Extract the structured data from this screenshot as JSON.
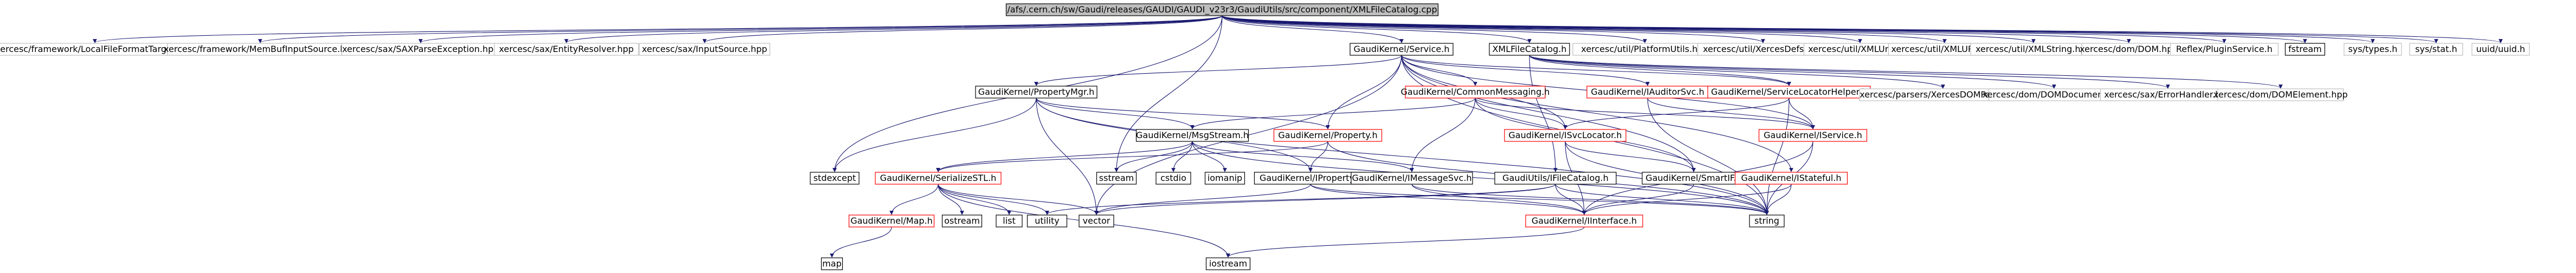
{
  "diagram": {
    "type": "include-dependency-graph",
    "colors": {
      "background": "#ffffff",
      "edge": "#191970",
      "node_fill": "#ffffff",
      "node_border_black": "#000000",
      "node_border_grey": "#bfbfbf",
      "node_border_red": "#ff0000",
      "root_fill": "#bfbfbf",
      "text": "#000000"
    },
    "nodes": [
      {
        "id": "root",
        "label": "/afs/.cern.ch/sw/Gaudi/releases/GAUDI/GAUDI_v23r3/GaudiUtils/src/component/XMLFileCatalog.cpp",
        "style": "root"
      },
      {
        "id": "n1",
        "label": "xercesc/framework/LocalFileFormatTarget.hpp",
        "style": "grey"
      },
      {
        "id": "n2",
        "label": "xercesc/framework/MemBufInputSource.hpp",
        "style": "grey"
      },
      {
        "id": "n3",
        "label": "xercesc/sax/SAXParseException.hpp",
        "style": "grey"
      },
      {
        "id": "n4",
        "label": "xercesc/sax/EntityResolver.hpp",
        "style": "grey"
      },
      {
        "id": "n5",
        "label": "xercesc/sax/InputSource.hpp",
        "style": "grey"
      },
      {
        "id": "n6",
        "label": "GaudiKernel/Service.h",
        "style": "black"
      },
      {
        "id": "n7",
        "label": "XMLFileCatalog.h",
        "style": "black"
      },
      {
        "id": "n8",
        "label": "xercesc/util/PlatformUtils.hpp",
        "style": "grey"
      },
      {
        "id": "n9",
        "label": "xercesc/util/XercesDefs.hpp",
        "style": "grey"
      },
      {
        "id": "n10",
        "label": "xercesc/util/XMLUni.hpp",
        "style": "grey"
      },
      {
        "id": "n11",
        "label": "xercesc/util/XMLURL.hpp",
        "style": "grey"
      },
      {
        "id": "n12",
        "label": "xercesc/util/XMLString.hpp",
        "style": "grey"
      },
      {
        "id": "n13",
        "label": "xercesc/dom/DOM.hpp",
        "style": "grey"
      },
      {
        "id": "n14",
        "label": "Reflex/PluginService.h",
        "style": "grey"
      },
      {
        "id": "n15",
        "label": "fstream",
        "style": "black"
      },
      {
        "id": "n16",
        "label": "sys/types.h",
        "style": "grey"
      },
      {
        "id": "n17",
        "label": "sys/stat.h",
        "style": "grey"
      },
      {
        "id": "n18",
        "label": "uuid/uuid.h",
        "style": "grey"
      },
      {
        "id": "n19",
        "label": "GaudiKernel/PropertyMgr.h",
        "style": "black"
      },
      {
        "id": "n20",
        "label": "GaudiKernel/CommonMessaging.h",
        "style": "red"
      },
      {
        "id": "n21",
        "label": "GaudiKernel/IAuditorSvc.h",
        "style": "red"
      },
      {
        "id": "n22",
        "label": "GaudiKernel/ServiceLocatorHelper.h",
        "style": "red"
      },
      {
        "id": "n23",
        "label": "xercesc/parsers/XercesDOMParser.hpp",
        "style": "grey"
      },
      {
        "id": "n24",
        "label": "xercesc/dom/DOMDocument.hpp",
        "style": "grey"
      },
      {
        "id": "n25",
        "label": "xercesc/sax/ErrorHandler.hpp",
        "style": "grey"
      },
      {
        "id": "n26",
        "label": "xercesc/dom/DOMElement.hpp",
        "style": "grey"
      },
      {
        "id": "n27",
        "label": "GaudiKernel/MsgStream.h",
        "style": "black"
      },
      {
        "id": "n28",
        "label": "GaudiKernel/Property.h",
        "style": "red"
      },
      {
        "id": "n29",
        "label": "GaudiKernel/ISvcLocator.h",
        "style": "red"
      },
      {
        "id": "n30",
        "label": "GaudiKernel/IService.h",
        "style": "red"
      },
      {
        "id": "n31",
        "label": "stdexcept",
        "style": "black"
      },
      {
        "id": "n32",
        "label": "GaudiKernel/SerializeSTL.h",
        "style": "red"
      },
      {
        "id": "n33",
        "label": "sstream",
        "style": "black"
      },
      {
        "id": "n34",
        "label": "cstdio",
        "style": "black"
      },
      {
        "id": "n35",
        "label": "iomanip",
        "style": "black"
      },
      {
        "id": "n36",
        "label": "GaudiKernel/IProperty.h",
        "style": "black"
      },
      {
        "id": "n37",
        "label": "GaudiKernel/IMessageSvc.h",
        "style": "black"
      },
      {
        "id": "n38",
        "label": "GaudiUtils/IFileCatalog.h",
        "style": "black"
      },
      {
        "id": "n39",
        "label": "GaudiKernel/SmartIF.h",
        "style": "black"
      },
      {
        "id": "n40",
        "label": "GaudiKernel/IStateful.h",
        "style": "red"
      },
      {
        "id": "n41",
        "label": "GaudiKernel/Map.h",
        "style": "red"
      },
      {
        "id": "n42",
        "label": "ostream",
        "style": "black"
      },
      {
        "id": "n43",
        "label": "list",
        "style": "black"
      },
      {
        "id": "n44",
        "label": "utility",
        "style": "black"
      },
      {
        "id": "n45",
        "label": "vector",
        "style": "black"
      },
      {
        "id": "n46",
        "label": "GaudiKernel/IInterface.h",
        "style": "red"
      },
      {
        "id": "n47",
        "label": "string",
        "style": "black"
      },
      {
        "id": "n48",
        "label": "map",
        "style": "black"
      },
      {
        "id": "n49",
        "label": "iostream",
        "style": "black"
      }
    ],
    "edges": [
      [
        "root",
        "n1"
      ],
      [
        "root",
        "n2"
      ],
      [
        "root",
        "n3"
      ],
      [
        "root",
        "n4"
      ],
      [
        "root",
        "n5"
      ],
      [
        "root",
        "n6"
      ],
      [
        "root",
        "n7"
      ],
      [
        "root",
        "n8"
      ],
      [
        "root",
        "n9"
      ],
      [
        "root",
        "n10"
      ],
      [
        "root",
        "n11"
      ],
      [
        "root",
        "n12"
      ],
      [
        "root",
        "n13"
      ],
      [
        "root",
        "n14"
      ],
      [
        "root",
        "n15"
      ],
      [
        "root",
        "n16"
      ],
      [
        "root",
        "n17"
      ],
      [
        "root",
        "n18"
      ],
      [
        "root",
        "n31"
      ],
      [
        "root",
        "n33"
      ],
      [
        "n6",
        "n19"
      ],
      [
        "n6",
        "n20"
      ],
      [
        "n6",
        "n21"
      ],
      [
        "n6",
        "n22"
      ],
      [
        "n6",
        "n28"
      ],
      [
        "n6",
        "n29"
      ],
      [
        "n6",
        "n30"
      ],
      [
        "n6",
        "n39"
      ],
      [
        "n6",
        "n40"
      ],
      [
        "n6",
        "n45"
      ],
      [
        "n6",
        "n47"
      ],
      [
        "n7",
        "n38"
      ],
      [
        "n7",
        "n23"
      ],
      [
        "n7",
        "n24"
      ],
      [
        "n7",
        "n25"
      ],
      [
        "n7",
        "n26"
      ],
      [
        "n7",
        "n22"
      ],
      [
        "n19",
        "n27"
      ],
      [
        "n19",
        "n28"
      ],
      [
        "n19",
        "n31"
      ],
      [
        "n19",
        "n36"
      ],
      [
        "n19",
        "n45"
      ],
      [
        "n19",
        "n47"
      ],
      [
        "n20",
        "n27"
      ],
      [
        "n20",
        "n29"
      ],
      [
        "n20",
        "n37"
      ],
      [
        "n20",
        "n30"
      ],
      [
        "n20",
        "n39"
      ],
      [
        "n21",
        "n30"
      ],
      [
        "n21",
        "n47"
      ],
      [
        "n22",
        "n30"
      ],
      [
        "n22",
        "n29"
      ],
      [
        "n22",
        "n47"
      ],
      [
        "n27",
        "n33"
      ],
      [
        "n27",
        "n34"
      ],
      [
        "n27",
        "n35"
      ],
      [
        "n27",
        "n32"
      ],
      [
        "n27",
        "n37"
      ],
      [
        "n27",
        "n47"
      ],
      [
        "n28",
        "n36"
      ],
      [
        "n28",
        "n32"
      ],
      [
        "n28",
        "n47"
      ],
      [
        "n29",
        "n39"
      ],
      [
        "n29",
        "n46"
      ],
      [
        "n29",
        "n47"
      ],
      [
        "n30",
        "n46"
      ],
      [
        "n30",
        "n47"
      ],
      [
        "n32",
        "n42"
      ],
      [
        "n32",
        "n43"
      ],
      [
        "n32",
        "n44"
      ],
      [
        "n32",
        "n45"
      ],
      [
        "n32",
        "n41"
      ],
      [
        "n32",
        "n49"
      ],
      [
        "n36",
        "n46"
      ],
      [
        "n36",
        "n47"
      ],
      [
        "n36",
        "n45"
      ],
      [
        "n37",
        "n46"
      ],
      [
        "n37",
        "n47"
      ],
      [
        "n38",
        "n46"
      ],
      [
        "n38",
        "n47"
      ],
      [
        "n38",
        "n45"
      ],
      [
        "n38",
        "n44"
      ],
      [
        "n39",
        "n46"
      ],
      [
        "n40",
        "n46"
      ],
      [
        "n40",
        "n47"
      ],
      [
        "n41",
        "n48"
      ],
      [
        "n46",
        "n49"
      ]
    ]
  }
}
